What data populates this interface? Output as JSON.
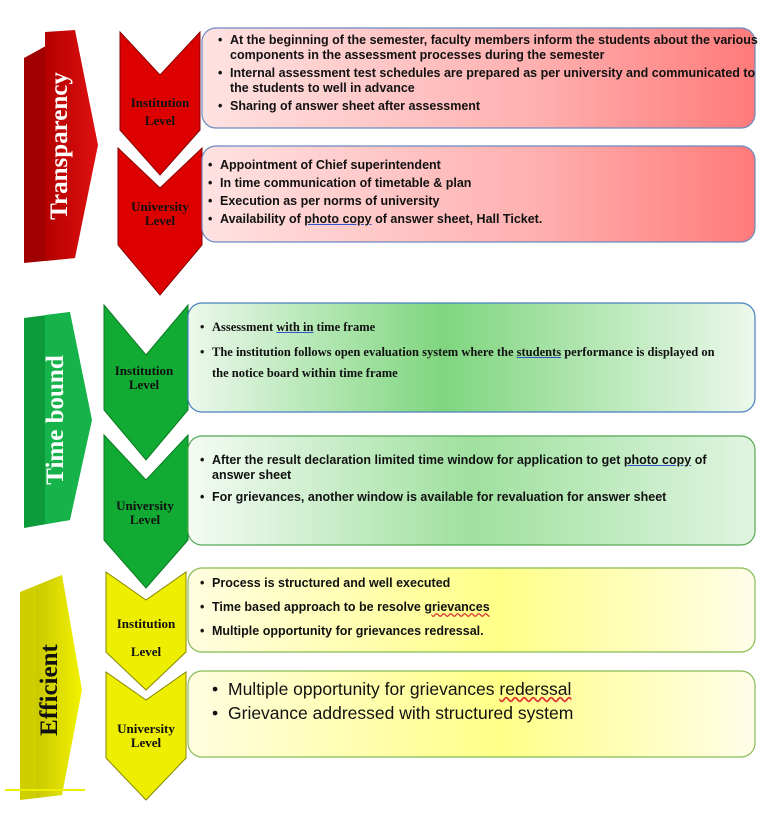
{
  "colors": {
    "red": "#dd0000",
    "green": "#11aa33",
    "yellow": "#eeee00"
  },
  "sections": {
    "transparency": {
      "label": "Transparency",
      "institution": {
        "level": [
          "Institution",
          "Level"
        ],
        "items": [
          [
            "At the beginning of the semester, faculty members inform the students about the various components in the assessment processes during the semester"
          ],
          [
            "Internal assessment test schedules are prepared as per university and communicated to the students to well in advance"
          ],
          [
            "Sharing of answer sheet after assessment"
          ]
        ]
      },
      "university": {
        "level": [
          "University",
          "Level"
        ],
        "items": [
          [
            "Appointment of Chief superintendent"
          ],
          [
            "In time communication of timetable & plan"
          ],
          [
            "Execution as per norms of university"
          ],
          [
            "Availability of ",
            "photo copy",
            " of answer sheet, Hall Ticket."
          ]
        ]
      }
    },
    "timebound": {
      "label": "Time bound",
      "institution": {
        "level": [
          "Institution",
          "Level"
        ],
        "items": [
          [
            "Assessment ",
            "with in",
            " time frame"
          ],
          [
            "The institution follows open evaluation system where the ",
            "students",
            " performance is displayed on the notice board within time frame"
          ]
        ]
      },
      "university": {
        "level": [
          "University",
          "Level"
        ],
        "items": [
          [
            "After the result declaration limited time window for application to get ",
            "photo copy",
            " of answer sheet"
          ],
          [
            "For grievances, another window is available for revaluation for answer sheet"
          ]
        ]
      }
    },
    "efficient": {
      "label": "Efficient",
      "institution": {
        "level": [
          "Institution",
          "Level"
        ],
        "items": [
          [
            "Process is structured and well executed"
          ],
          [
            "Time based approach to be resolve ",
            "grievances"
          ],
          [
            "Multiple opportunity for grievances redressal."
          ]
        ]
      },
      "university": {
        "level": [
          "University",
          "Level"
        ],
        "items": [
          [
            "Multiple opportunity for grievances ",
            "rederssal"
          ],
          [
            "Grievance addressed with structured system"
          ]
        ]
      }
    }
  }
}
